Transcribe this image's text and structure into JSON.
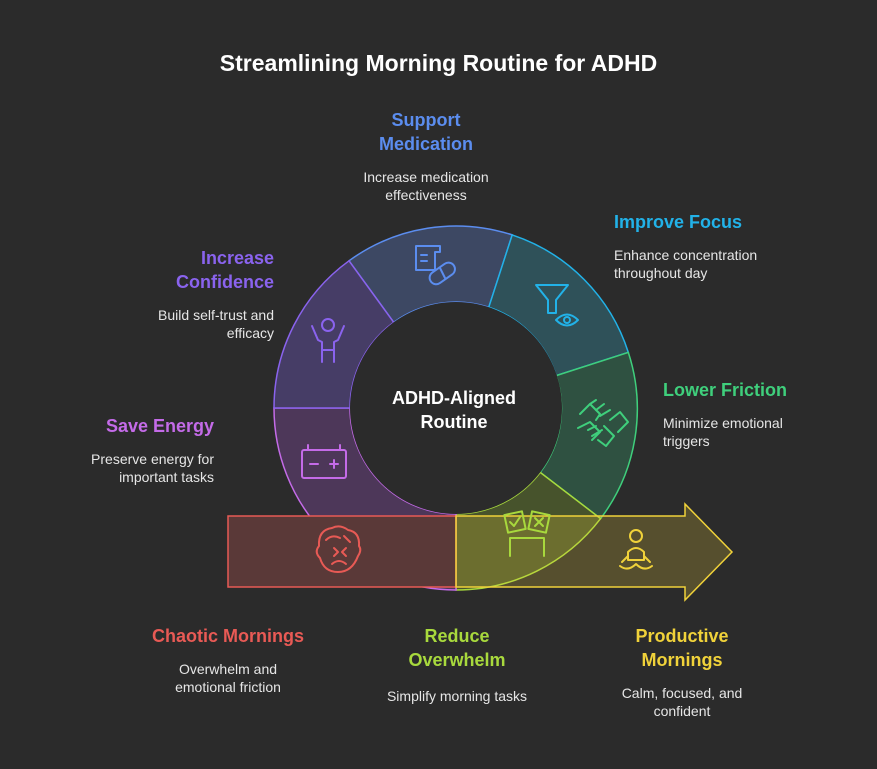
{
  "title": "Streamlining Morning Routine for ADHD",
  "center": {
    "line1": "ADHD-Aligned",
    "line2": "Routine"
  },
  "colors": {
    "support": "#5b8def",
    "focus": "#22b2e8",
    "friction": "#3fcf7c",
    "overwhelm": "#a8d93d",
    "productive": "#f0d23a",
    "chaotic": "#e85a55",
    "energy": "#c46be8",
    "confidence": "#8a63ee"
  },
  "segments": {
    "support": {
      "title1": "Support",
      "title2": "Medication",
      "desc1": "Increase medication",
      "desc2": "effectiveness",
      "icon": "medication-icon"
    },
    "focus": {
      "title1": "Improve Focus",
      "desc1": "Enhance concentration",
      "desc2": "throughout day",
      "icon": "funnel-eye-icon"
    },
    "friction": {
      "title1": "Lower Friction",
      "desc1": "Minimize emotional",
      "desc2": "triggers",
      "icon": "handshake-icon"
    },
    "overwhelm": {
      "title1": "Reduce",
      "title2": "Overwhelm",
      "desc1": "Simplify morning tasks",
      "icon": "task-cards-icon"
    },
    "productive": {
      "title1": "Productive",
      "title2": "Mornings",
      "desc1": "Calm, focused, and",
      "desc2": "confident",
      "icon": "meditation-icon"
    },
    "chaotic": {
      "title1": "Chaotic Mornings",
      "desc1": "Overwhelm and",
      "desc2": "emotional friction",
      "icon": "stressed-face-icon"
    },
    "energy": {
      "title1": "Save Energy",
      "desc1": "Preserve energy for",
      "desc2": "important tasks",
      "icon": "battery-icon"
    },
    "confidence": {
      "title1": "Increase",
      "title2": "Confidence",
      "desc1": "Build self-trust and",
      "desc2": "efficacy",
      "icon": "person-arms-up-icon"
    }
  }
}
